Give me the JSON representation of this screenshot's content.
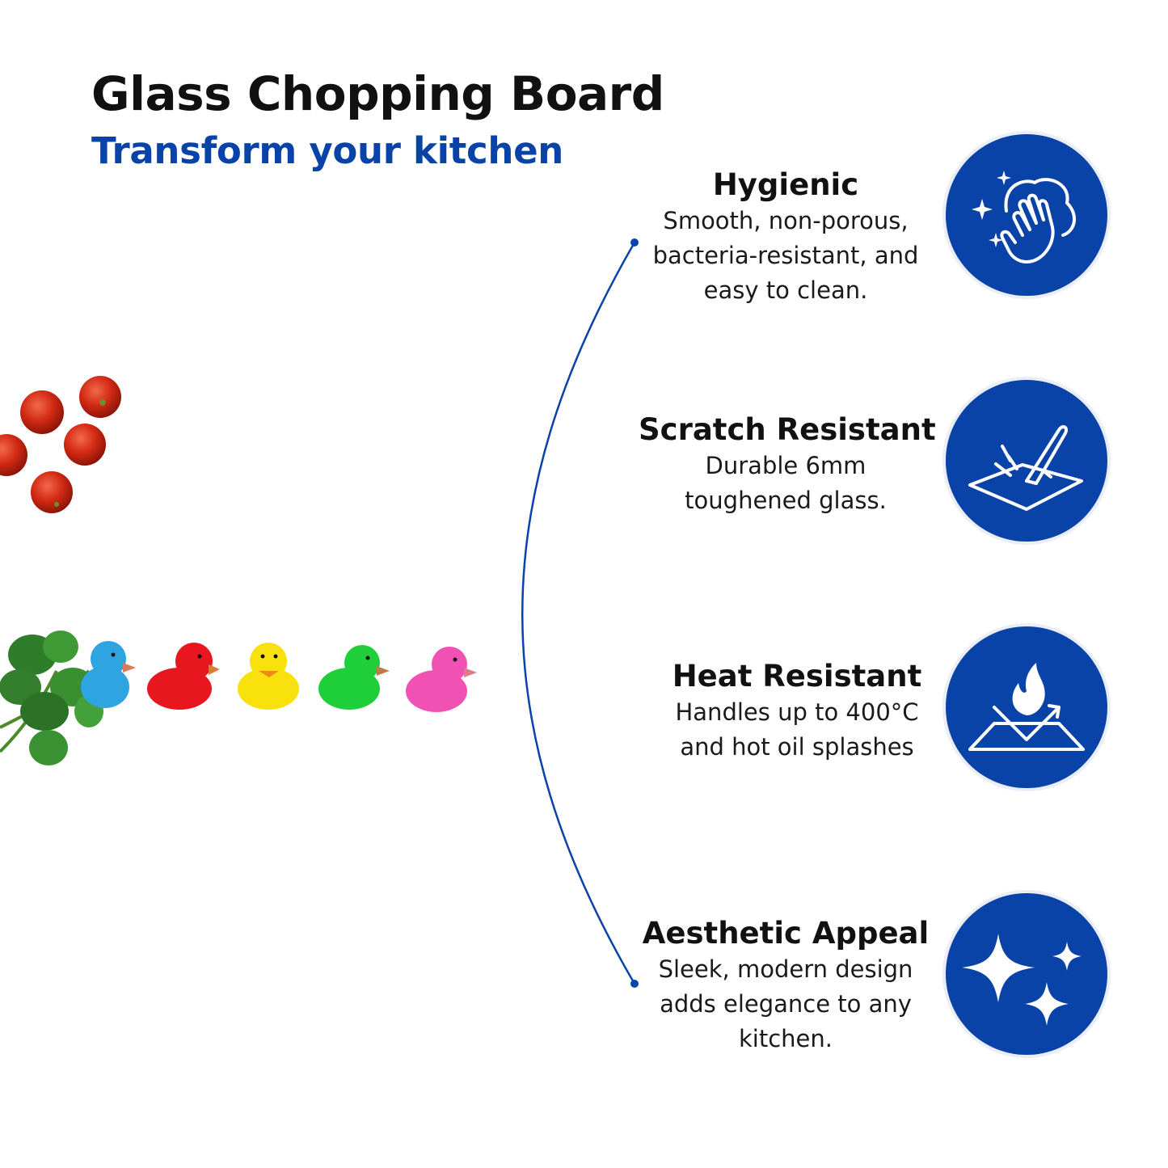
{
  "header": {
    "title": "Glass Chopping Board",
    "subtitle": "Transform your kitchen"
  },
  "features": [
    {
      "name": "Hygienic",
      "description": "Smooth, non-porous,\nbacteria-resistant, and\neasy to clean.",
      "icon": "hand-wipe-sparkle-icon"
    },
    {
      "name": "Scratch Resistant",
      "description": "Durable 6mm\ntoughened glass.",
      "icon": "knife-cutting-surface-icon"
    },
    {
      "name": "Heat Resistant",
      "description": "Handles up to 400°C\nand hot oil splashes",
      "icon": "flame-surface-icon"
    },
    {
      "name": "Aesthetic Appeal",
      "description": "Sleek, modern design\nadds elegance to any\nkitchen.",
      "icon": "sparkles-icon"
    }
  ],
  "colors": {
    "brand_blue": "#0a43a8",
    "text": "#111111",
    "background": "#ffffff"
  }
}
